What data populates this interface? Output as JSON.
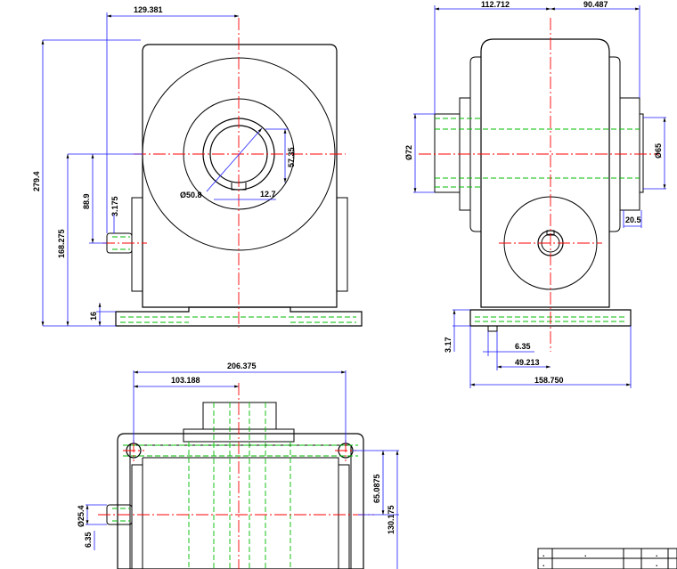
{
  "front_view": {
    "dim_top_width": "129.381",
    "dim_overall_height": "279.4",
    "dim_shaft_center_height": "168.275",
    "dim_shaft_offset": "88.9",
    "dim_key_width": "3.175",
    "dim_base_thickness": "16",
    "dim_bore_diameter": "Ø50.8",
    "dim_keyway_depth": "57.35",
    "dim_keyway_width": "12.7"
  },
  "side_view": {
    "dim_left_extent": "112.712",
    "dim_right_extent": "90.487",
    "dim_input_shaft_dia": "Ø72",
    "dim_output_shaft_dia": "Ø65",
    "dim_shaft_length": "20.5",
    "dim_base_step": "3.17",
    "dim_slot_width": "6.35",
    "dim_slot_offset": "49.213",
    "dim_base_length": "158.750"
  },
  "top_view": {
    "dim_hole_spacing": "206.375",
    "dim_half_spacing": "103.188",
    "dim_shaft_dia": "Ø25.4",
    "dim_key": "6.35",
    "dim_half_depth": "65.0875",
    "dim_depth": "130.175"
  },
  "title_block": {
    "marks": [
      ".",
      ".",
      ".",
      ".",
      "."
    ]
  },
  "colors": {
    "outline": "#000000",
    "dimension": "#1a1aff",
    "centerline": "#ff0000",
    "hidden": "#00bb00"
  }
}
